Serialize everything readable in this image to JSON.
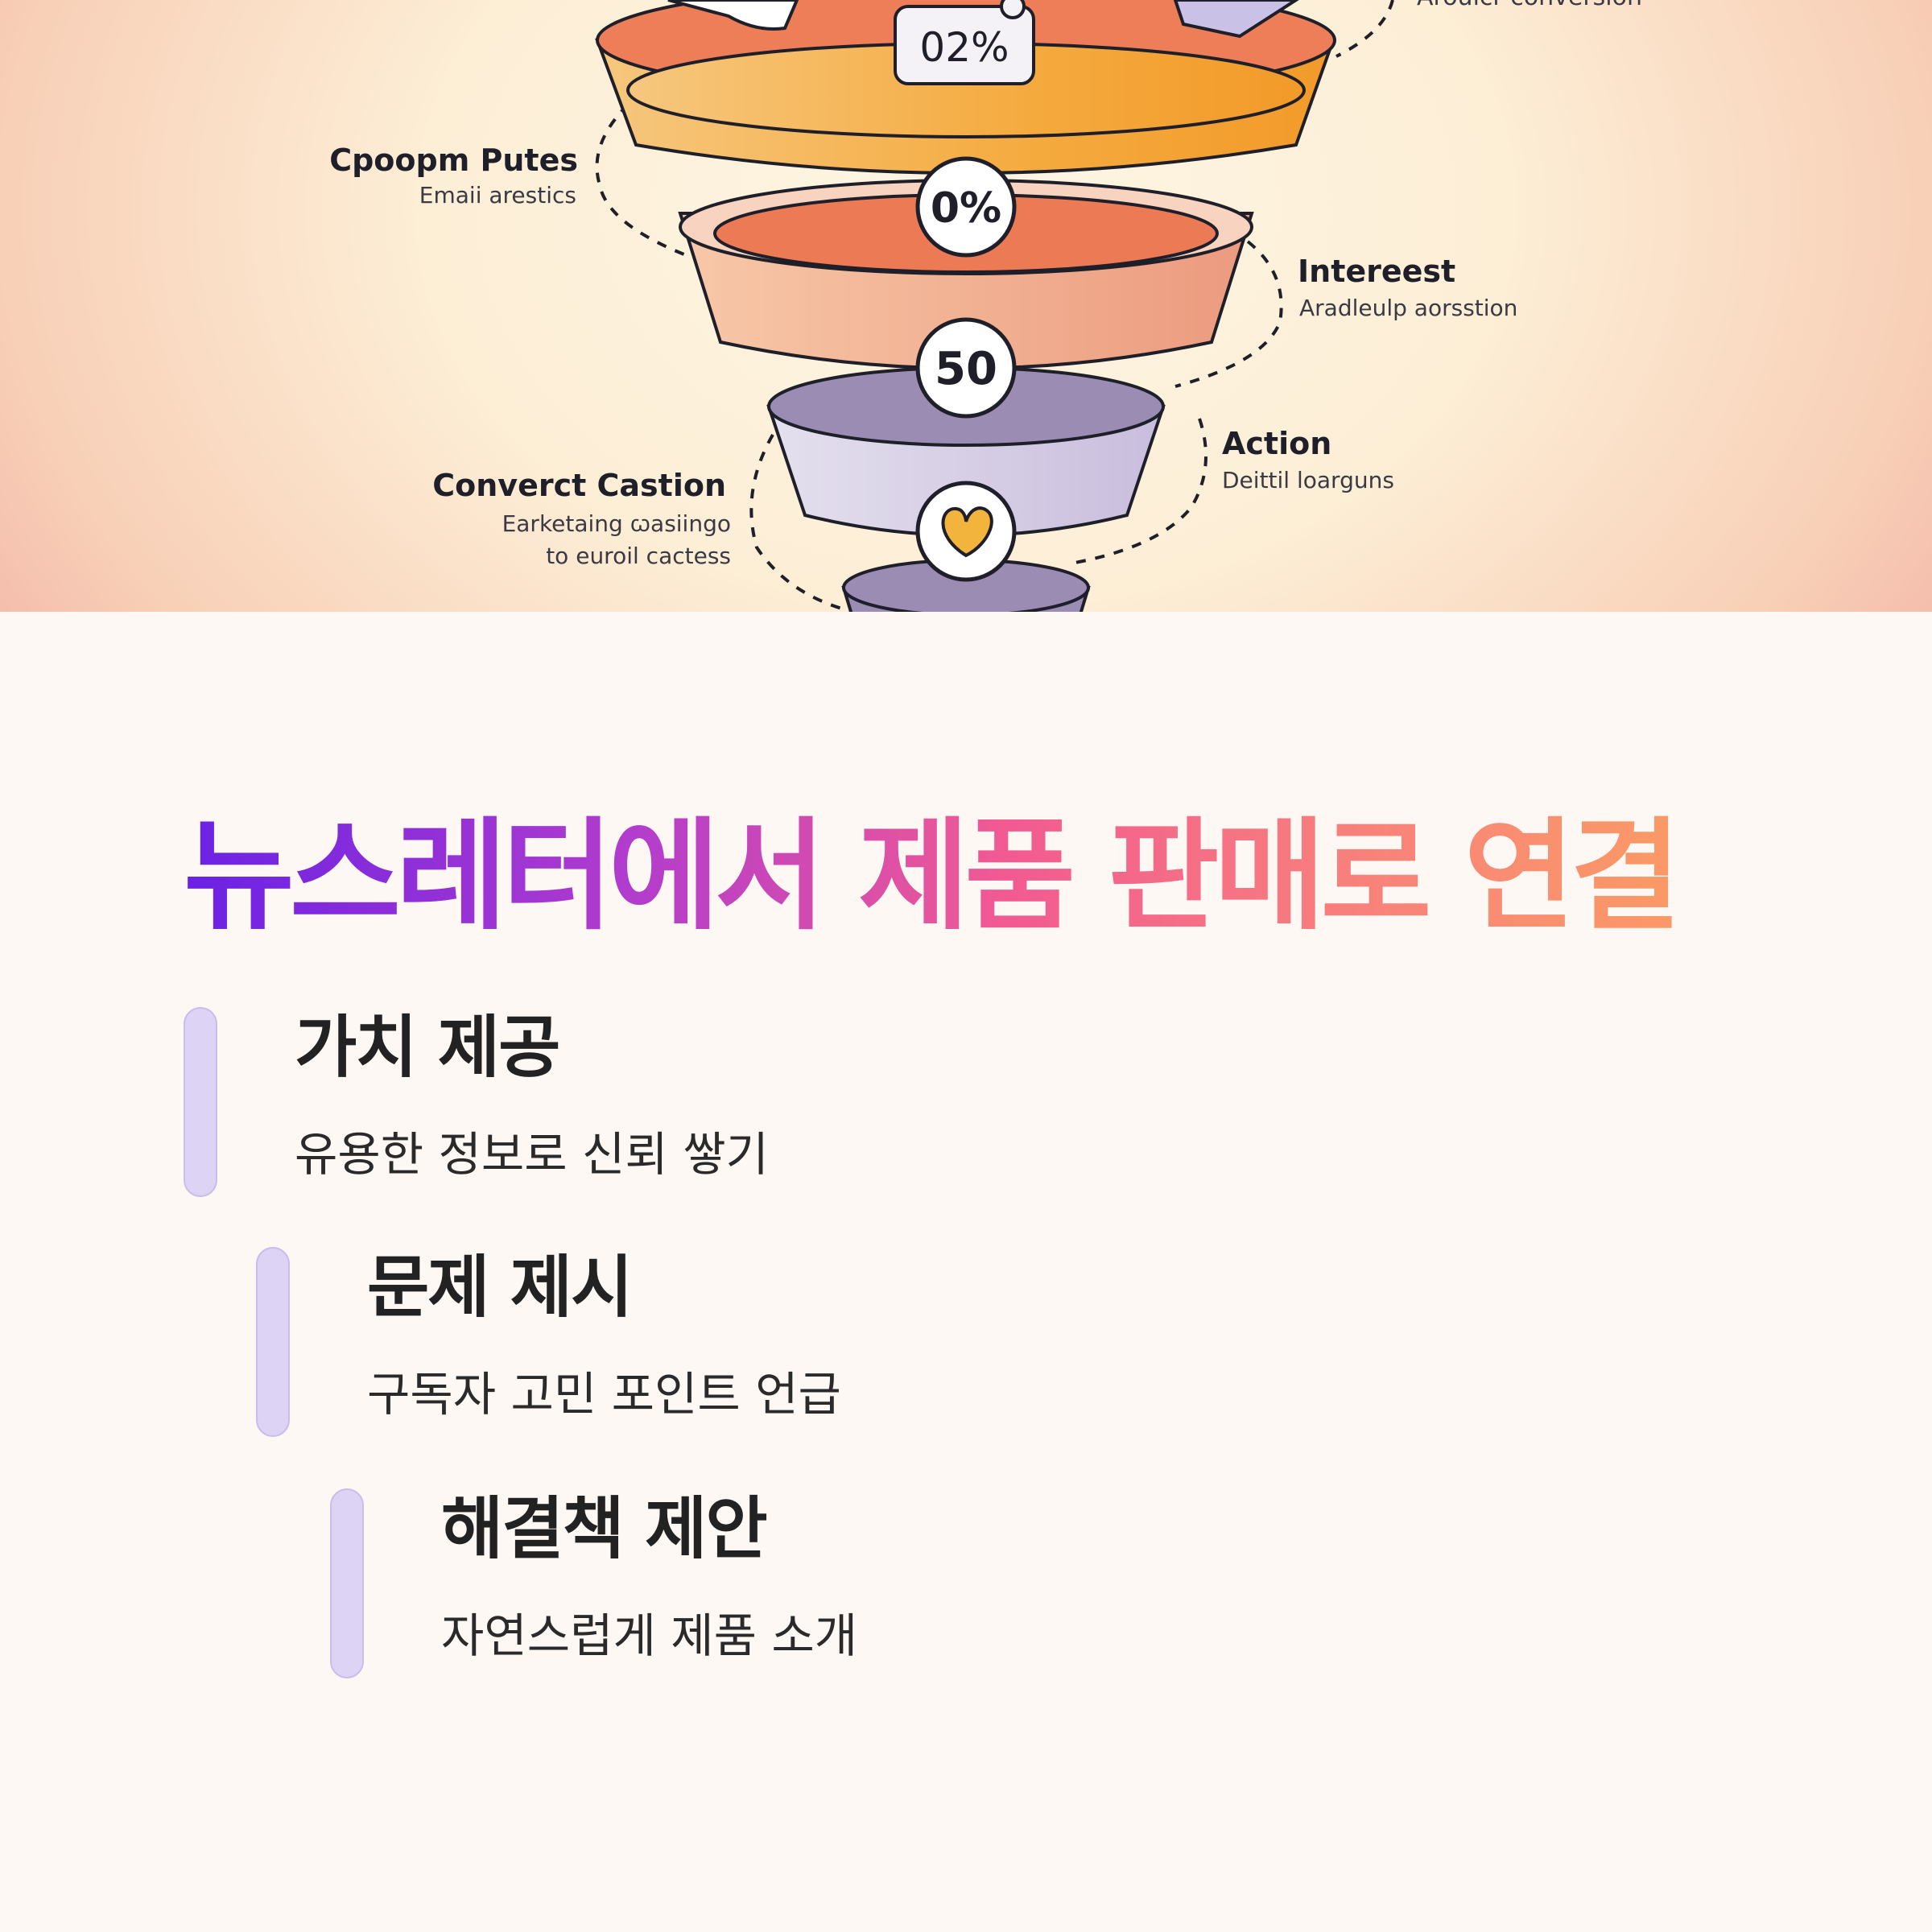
{
  "funnel": {
    "top_note": "Aroulcr conversion",
    "badges": [
      "02%",
      "0%",
      "50"
    ],
    "labels": [
      {
        "title": "Cpoopm Putes",
        "sub": "Emaii arestics"
      },
      {
        "title": "Intereest",
        "sub": "Aradleulp aorsstion"
      },
      {
        "title": "Action",
        "sub": "Deittil loarguns"
      },
      {
        "title": "Converct Castion",
        "sub": "Earketaing ꞷasiingo",
        "sub2": "to euroil cactess"
      }
    ]
  },
  "page_title": "뉴스레터에서 제품 판매로 연결",
  "steps": [
    {
      "title": "가치 제공",
      "desc": "유용한 정보로 신뢰 쌓기"
    },
    {
      "title": "문제 제시",
      "desc": "구독자 고민 포인트 언급"
    },
    {
      "title": "해결책 제안",
      "desc": "자연스럽게 제품 소개"
    }
  ],
  "colors": {
    "accent_purple": "#6a22e4",
    "accent_pink": "#f25a92",
    "accent_orange": "#fa9a66",
    "step_bar": "#ddd3f4"
  }
}
